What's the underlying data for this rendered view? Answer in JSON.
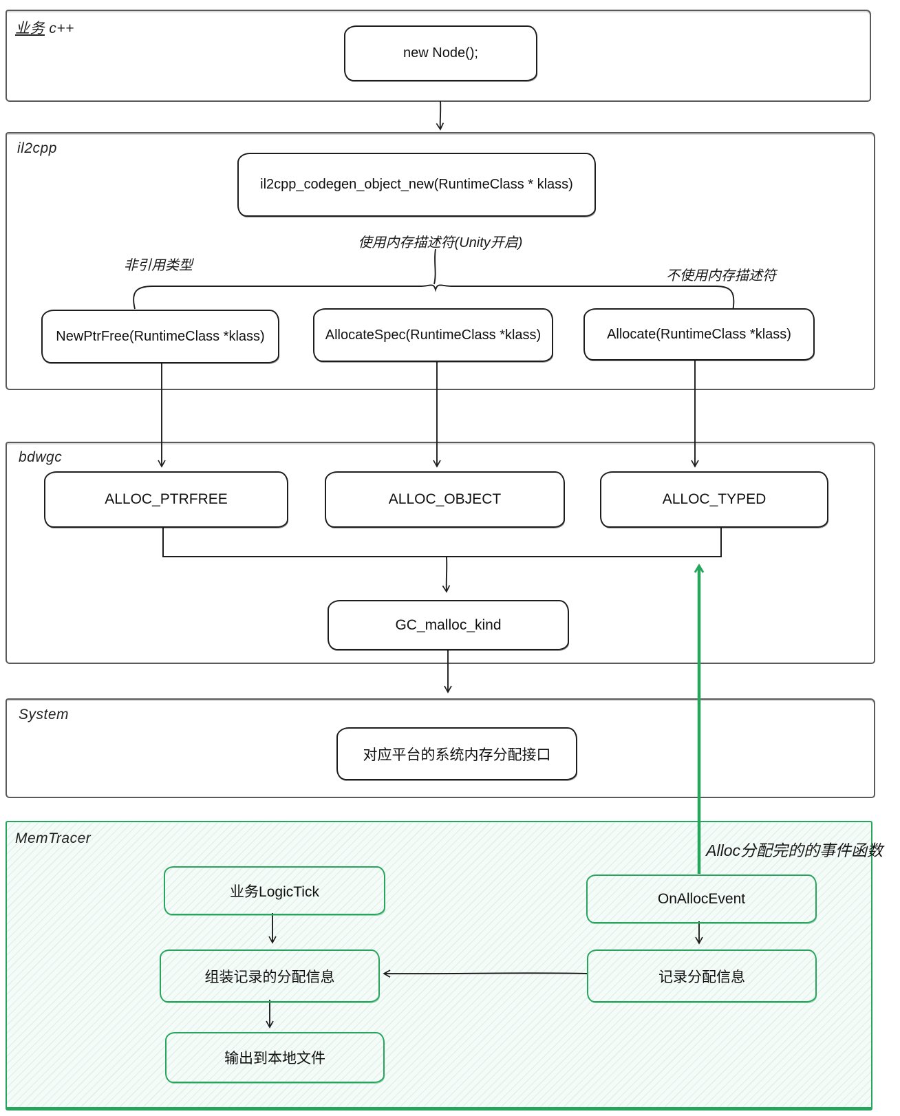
{
  "sections": {
    "business": {
      "label_zh": "业务",
      "label_code": " c++"
    },
    "il2cpp": {
      "label": "il2cpp"
    },
    "bdwgc": {
      "label": "bdwgc"
    },
    "system": {
      "label": "System"
    },
    "memtracer": {
      "label": "MemTracer",
      "event_note": "Alloc分配完的的事件函数"
    }
  },
  "edge_labels": {
    "use_descriptor": "使用内存描述符(Unity开启)",
    "non_reference_type": "非引用类型",
    "no_descriptor": "不使用内存描述符"
  },
  "nodes": {
    "new_node": {
      "label": "new Node();"
    },
    "codegen": {
      "label": "il2cpp_codegen_object_new(RuntimeClass * klass)"
    },
    "new_ptr_free": {
      "label": "NewPtrFree(RuntimeClass *klass)"
    },
    "allocate_spec": {
      "label": "AllocateSpec(RuntimeClass *klass)"
    },
    "allocate": {
      "label": "Allocate(RuntimeClass *klass)"
    },
    "alloc_ptrfree": {
      "label": "ALLOC_PTRFREE"
    },
    "alloc_object": {
      "label": "ALLOC_OBJECT"
    },
    "alloc_typed": {
      "label": "ALLOC_TYPED"
    },
    "gc_malloc_kind": {
      "label": "GC_malloc_kind"
    },
    "system_alloc": {
      "label": "对应平台的系统内存分配接口"
    },
    "logic_tick": {
      "label": "业务LogicTick"
    },
    "on_alloc_event": {
      "label": "OnAllocEvent"
    },
    "assemble_record": {
      "label": "组装记录的分配信息"
    },
    "record_alloc": {
      "label": "记录分配信息"
    },
    "output_file": {
      "label": "输出到本地文件"
    }
  },
  "colors": {
    "green": "#27a55c",
    "line": "#1c1c1c",
    "panel_border": "#5a5a5a",
    "memtracer_bg": "#f5fbf8"
  }
}
